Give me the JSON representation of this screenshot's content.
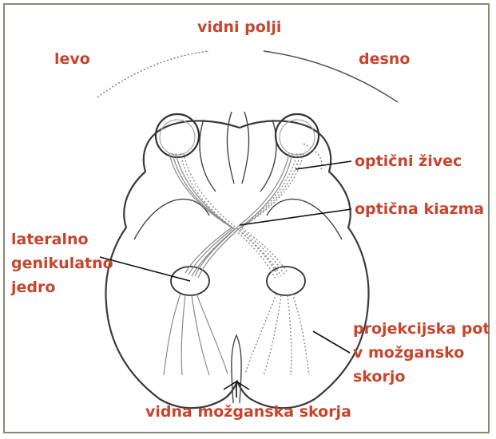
{
  "labels": {
    "vidni_polji": "vidni polji",
    "levo": "levo",
    "desno": "desno",
    "opticni_zivec": "optični živec",
    "opticna_kiazma": "optična kiazma",
    "lateralno_1": "lateralno",
    "lateralno_2": "genikulatno",
    "lateralno_3": "jedro",
    "projekcijska_1": "projekcijska pot",
    "projekcijska_2": "v možgansko",
    "projekcijska_3": "skorjo",
    "vidna_skorja": "vidna možganska skorja"
  },
  "colors": {
    "label": "#c8442c",
    "frame": "#8c8878",
    "outline": "#3a3a3a",
    "pathway": "#8a8a8a"
  }
}
